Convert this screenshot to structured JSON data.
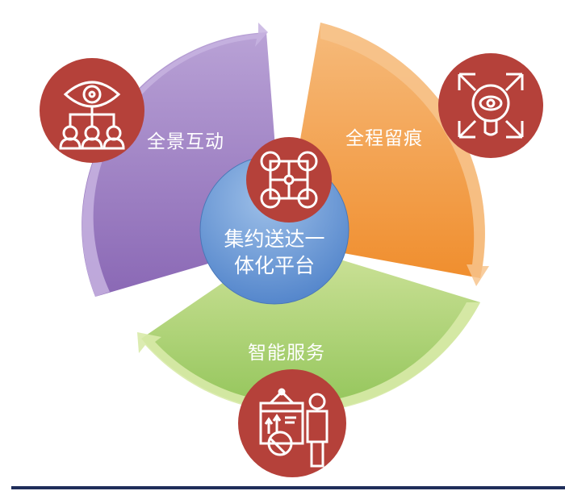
{
  "diagram": {
    "center": {
      "line1": "集约送达一",
      "line2": "体化平台",
      "icon": "network-nodes-icon"
    },
    "segments": [
      {
        "id": "panoramic-interaction",
        "label": "全景互动",
        "color": "#9b7fbf",
        "icon": "eye-gear-hierarchy-icon"
      },
      {
        "id": "full-trace",
        "label": "全程留痕",
        "color": "#f2a04f",
        "icon": "eye-magnifier-arrows-icon"
      },
      {
        "id": "smart-service",
        "label": "智能服务",
        "color": "#a9d46f",
        "icon": "presenter-chart-icon"
      }
    ],
    "colors": {
      "badge": "#b5413a",
      "center": "#5b8fd6",
      "bar": "#1f2d5a"
    }
  }
}
